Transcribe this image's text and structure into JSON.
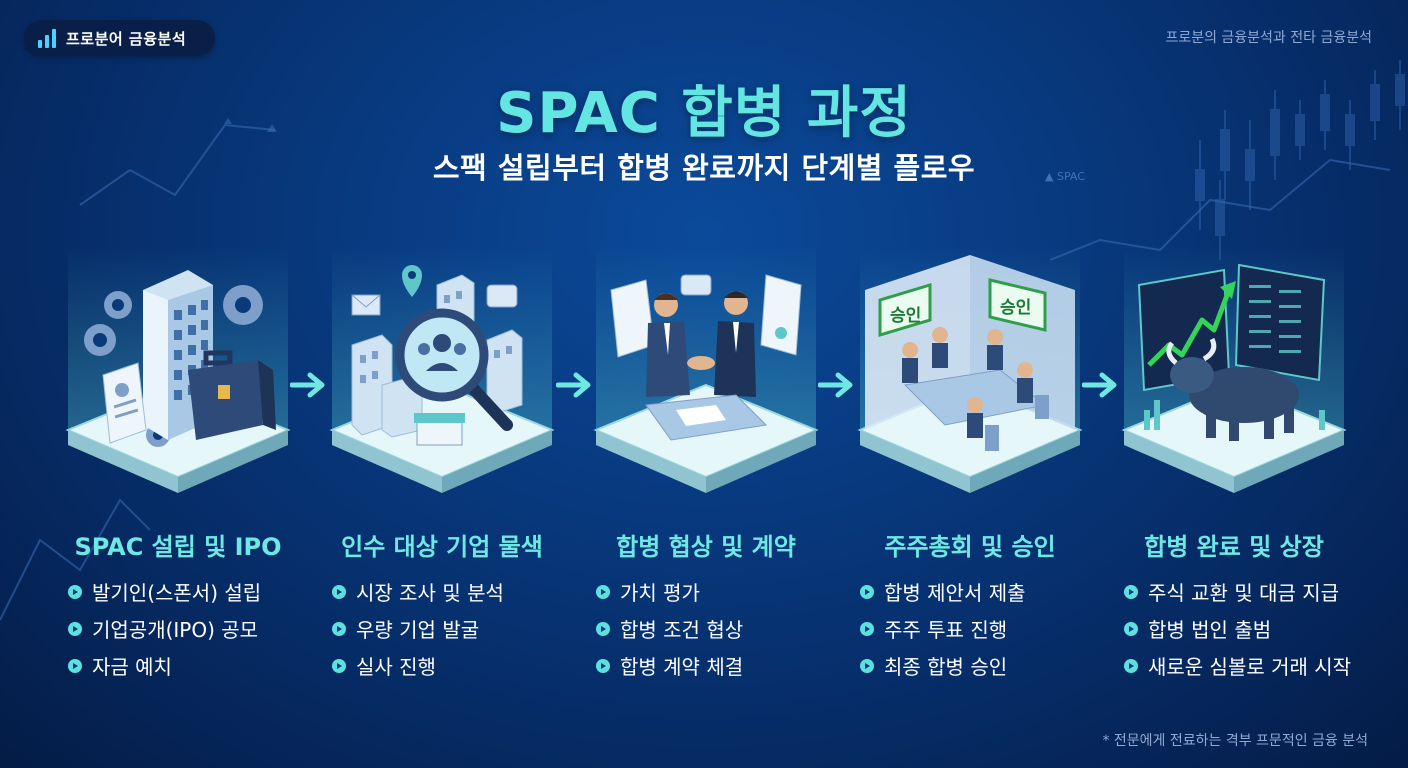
{
  "brand": {
    "label": "프로분어 금융분석"
  },
  "top_right_text": "프로분의 금융분석과 전타 금융분석",
  "title": "SPAC 합병 과정",
  "subtitle": "스팩 설립부터 합병 완료까지 단계별 플로우",
  "steps": [
    {
      "title": "SPAC 설립 및 IPO",
      "items": [
        "발기인(스폰서) 설립",
        "기업공개(IPO) 공모",
        "자금 예치"
      ]
    },
    {
      "title": "인수 대상 기업 물색",
      "items": [
        "시장 조사 및 분석",
        "우량 기업 발굴",
        "실사 진행"
      ]
    },
    {
      "title": "합병 협상 및 계약",
      "items": [
        "가치 평가",
        "합병 조건 협상",
        "합병 계약 체결"
      ]
    },
    {
      "title": "주주총회 및 승인",
      "items": [
        "합병 제안서 제출",
        "주주 투표 진행",
        "최종 합병 승인"
      ]
    },
    {
      "title": "합병 완료 및 상장",
      "items": [
        "주식 교환 및 대금 지급",
        "합병 법인 출범",
        "새로운 심볼로 거래 시작"
      ]
    }
  ],
  "sign_labels": [
    "승인",
    "승인"
  ],
  "bg_label": "▲ SPAC",
  "footnote": "* 전문에게 전료하는 격부 프문적인 금융 분석",
  "colors": {
    "accent": "#63e6e2",
    "background": "#083a80",
    "platform": "#dff4f7"
  }
}
